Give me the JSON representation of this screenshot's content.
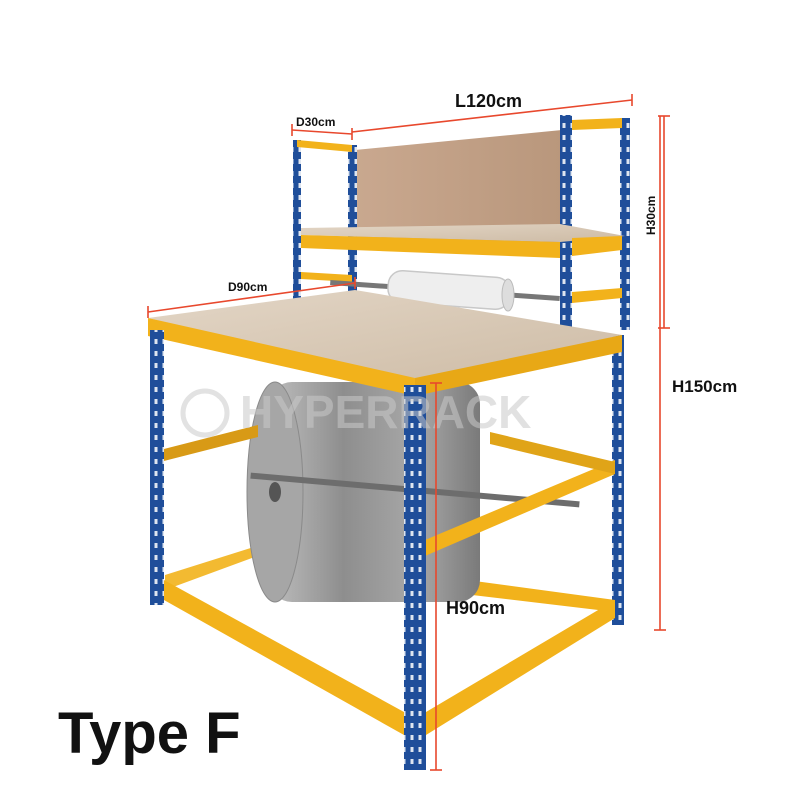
{
  "product": {
    "type_label": "Type F",
    "watermark_brand": "HYPERRACK"
  },
  "dimensions": {
    "top_depth": "D30cm",
    "length": "L120cm",
    "upper_height": "H30cm",
    "depth": "D90cm",
    "total_height": "H150cm",
    "bench_height": "H90cm"
  },
  "colors": {
    "upright_blue": "#1f4e9a",
    "beam_yellow": "#f2b21b",
    "board": "#d9c8b4",
    "dimension_line": "#e8482d",
    "roll_grey": "#9a9a9a"
  }
}
